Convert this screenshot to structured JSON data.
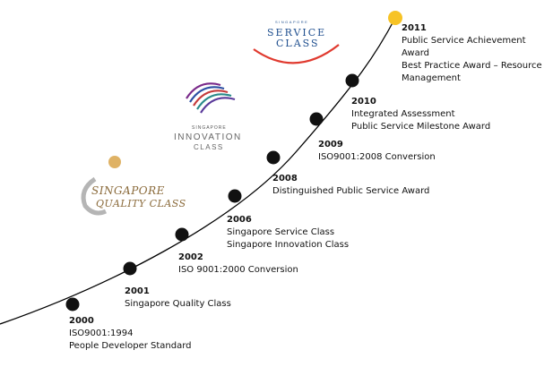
{
  "milestones": [
    {
      "year": "2000",
      "lines": [
        "ISO9001:1994",
        "People Developer Standard"
      ]
    },
    {
      "year": "2001",
      "lines": [
        "Singapore Quality Class"
      ]
    },
    {
      "year": "2002",
      "lines": [
        "ISO 9001:2000 Conversion"
      ]
    },
    {
      "year": "2006",
      "lines": [
        "Singapore Service Class",
        "Singapore Innovation Class"
      ]
    },
    {
      "year": "2008",
      "lines": [
        "Distinguished Public Service Award"
      ]
    },
    {
      "year": "2009",
      "lines": [
        "ISO9001:2008 Conversion"
      ]
    },
    {
      "year": "2010",
      "lines": [
        "Integrated Assessment",
        "Public Service Milestone Award"
      ]
    },
    {
      "year": "2011",
      "lines": [
        "Public Service Achievement",
        "Award",
        "Best Practice Award – Resource",
        "Management"
      ]
    }
  ],
  "logos": {
    "quality": {
      "line1": "SINGAPORE",
      "line2": "QUALITY CLASS"
    },
    "innovation": {
      "small": "SINGAPORE",
      "line1": "INNOVATION",
      "line2": "CLASS"
    },
    "service": {
      "small": "SINGAPORE",
      "line1": "SERVICE",
      "line2": "CLASS"
    }
  },
  "colors": {
    "curve": "#000000",
    "dot": "#111111",
    "final_dot": "#f7c325",
    "service_arc": "#e03a2f",
    "quality_gold": "#8a6a3a"
  }
}
